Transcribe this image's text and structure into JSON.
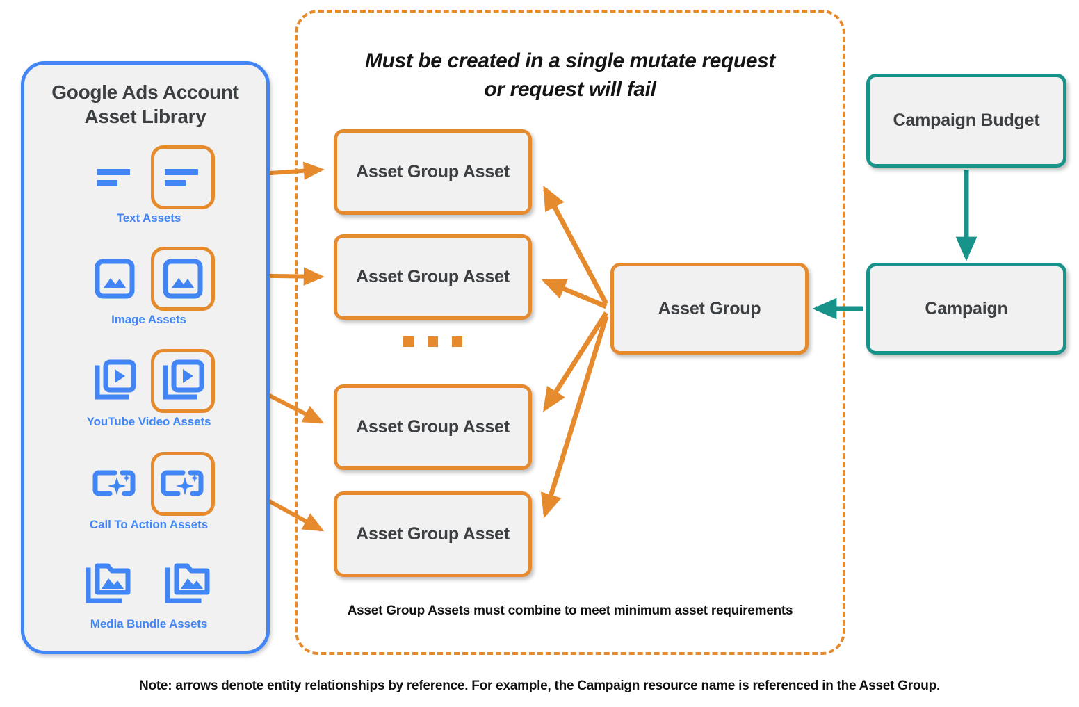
{
  "library": {
    "title": "Google Ads Account\nAsset Library",
    "title_line1": "Google Ads Account",
    "title_line2": "Asset Library",
    "border_color": "#4285F4",
    "icon_color": "#4285F4",
    "highlight_color": "#E68A2E",
    "items": [
      {
        "label": "Text Assets",
        "icon": "text-asset-icon",
        "highlighted": true,
        "count": 2
      },
      {
        "label": "Image Assets",
        "icon": "image-asset-icon",
        "highlighted": true,
        "count": 2
      },
      {
        "label": "YouTube Video  Assets",
        "icon": "youtube-video-asset-icon",
        "highlighted": true,
        "count": 2
      },
      {
        "label": "Call To Action Assets",
        "icon": "call-to-action-asset-icon",
        "highlighted": true,
        "count": 2
      },
      {
        "label": "Media Bundle  Assets",
        "icon": "media-bundle-asset-icon",
        "highlighted": false,
        "count": 2
      }
    ]
  },
  "mutate_panel": {
    "note_line1": "Must be created in a single mutate request",
    "note_line2": "or request will fail",
    "combine_note": "Asset Group Assets must combine to meet minimum asset requirements",
    "border_color": "#E68A2E",
    "border_style": "dashed"
  },
  "nodes": {
    "asset_group_assets": [
      {
        "label": "Asset Group Asset"
      },
      {
        "label": "Asset Group Asset"
      },
      {
        "label": "Asset Group Asset"
      },
      {
        "label": "Asset Group Asset"
      }
    ],
    "ellipsis": "...",
    "asset_group": {
      "label": "Asset Group",
      "color": "#E68A2E"
    },
    "campaign_budget": {
      "label": "Campaign Budget",
      "color": "#17938A"
    },
    "campaign": {
      "label": "Campaign",
      "color": "#17938A"
    }
  },
  "colors": {
    "orange": "#E68A2E",
    "blue": "#4285F4",
    "teal": "#17938A",
    "node_fill": "#F1F1F1",
    "text": "#3C4043"
  },
  "footer": {
    "note": "Note: arrows denote entity relationships by reference. For example, the Campaign resource name is referenced in the Asset Group."
  }
}
